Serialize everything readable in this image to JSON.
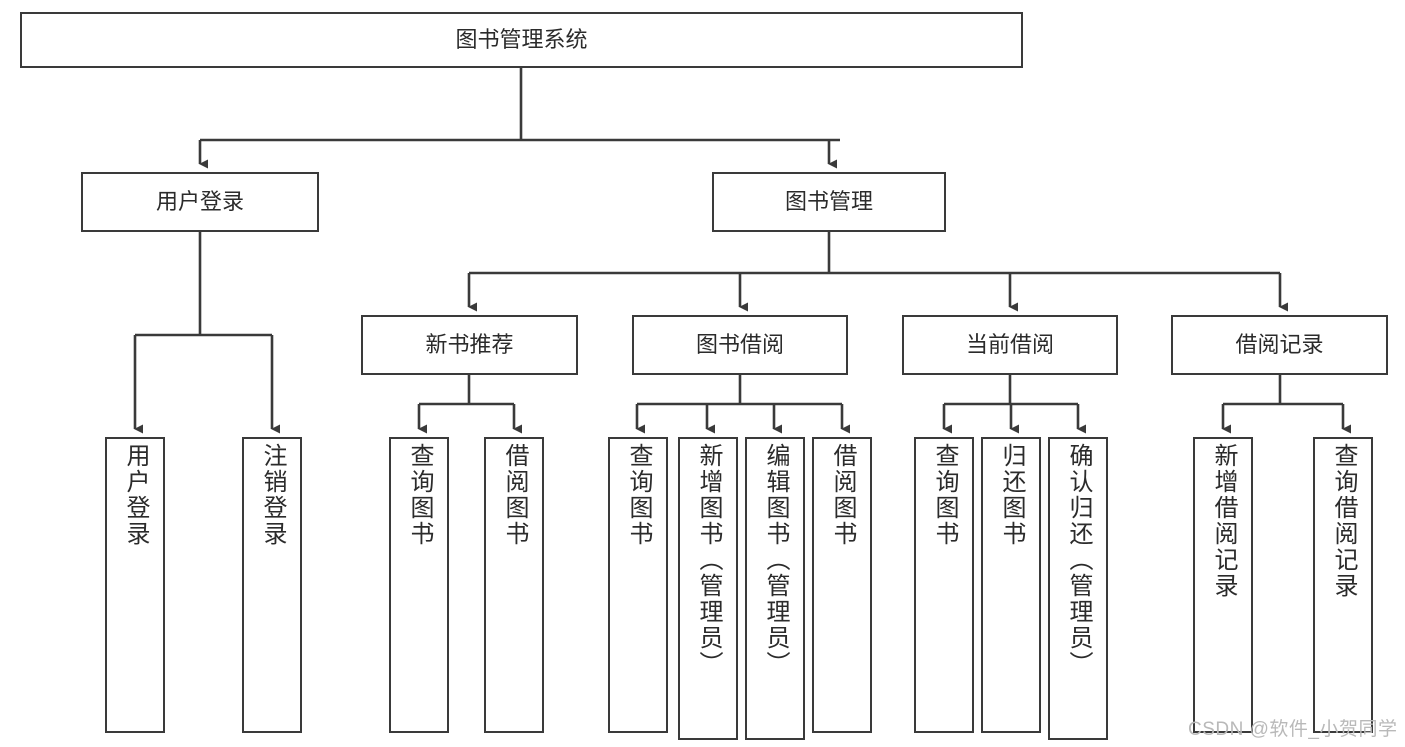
{
  "diagram": {
    "type": "tree-hierarchy-chart",
    "title": "图书管理系统",
    "colors": {
      "background": "#ffffff",
      "box_border": "#3a3a3a",
      "connector": "#3a3a3a",
      "text": "#2b2b2b",
      "watermark": "#b9b9b9"
    },
    "levels": {
      "root": {
        "label": "图书管理系统"
      },
      "level1": [
        {
          "label": "用户登录"
        },
        {
          "label": "图书管理"
        }
      ],
      "level2": [
        {
          "label": "新书推荐"
        },
        {
          "label": "图书借阅"
        },
        {
          "label": "当前借阅"
        },
        {
          "label": "借阅记录"
        }
      ],
      "leaves": {
        "user_login": [
          {
            "label": "用户登录"
          },
          {
            "label": "注销登录"
          }
        ],
        "new_book_recommend": [
          {
            "label": "查询图书"
          },
          {
            "label": "借阅图书"
          }
        ],
        "book_borrow": [
          {
            "label": "查询图书"
          },
          {
            "label": "新增图书（管理员）"
          },
          {
            "label": "编辑图书（管理员）"
          },
          {
            "label": "借阅图书"
          }
        ],
        "current_borrow": [
          {
            "label": "查询图书"
          },
          {
            "label": "归还图书"
          },
          {
            "label": "确认归还（管理员）"
          }
        ],
        "borrow_record": [
          {
            "label": "新增借阅记录"
          },
          {
            "label": "查询借阅记录"
          }
        ]
      }
    },
    "watermark": "CSDN @软件_小贺同学"
  }
}
